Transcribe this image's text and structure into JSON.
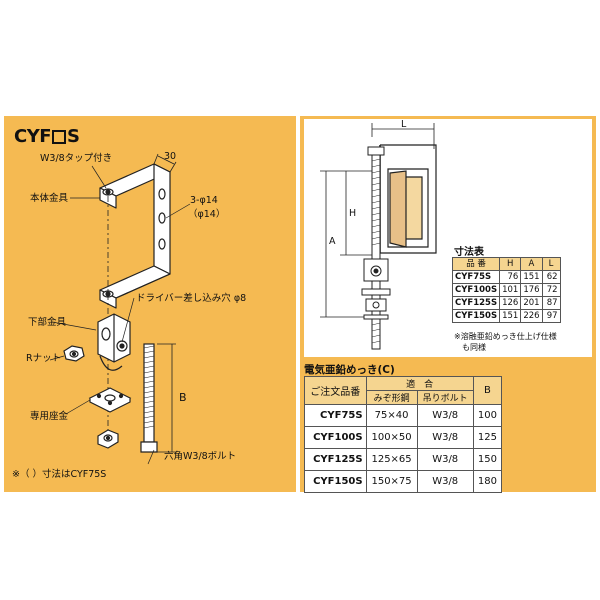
{
  "left": {
    "title_prefix": "CYF",
    "title_suffix": "S",
    "labels": {
      "tap": "W3/8タップ付き",
      "dim30": "30",
      "body": "本体金具",
      "hole": "3-φ14",
      "hole2": "（φ14）",
      "driver": "ドライバー差し込み穴 φ8",
      "lower": "下部金具",
      "rnut": "Rナット",
      "b": "B",
      "seat": "専用座金",
      "bolt": "六角W3/8ボルト"
    },
    "footnote": "※（ ）寸法はCYF75S"
  },
  "right": {
    "drawing_labels": {
      "L": "L",
      "H": "H",
      "A": "A"
    },
    "dim_table": {
      "title": "寸法表",
      "headers": [
        "品 番",
        "H",
        "A",
        "L"
      ],
      "rows": [
        [
          "CYF75S",
          "76",
          "151",
          "62"
        ],
        [
          "CYF100S",
          "101",
          "176",
          "72"
        ],
        [
          "CYF125S",
          "126",
          "201",
          "87"
        ],
        [
          "CYF150S",
          "151",
          "226",
          "97"
        ]
      ],
      "note_line1": "※溶融亜鉛めっき仕上げ仕様",
      "note_line2": "も同様"
    },
    "order_table": {
      "title": "電気亜鉛めっき(C)",
      "header_order": "ご注文品番",
      "header_fit": "適　合",
      "header_steel": "みぞ形鋼",
      "header_bolt": "吊りボルト",
      "header_b": "B",
      "rows": [
        [
          "CYF75S",
          "75×40",
          "W3/8",
          "100"
        ],
        [
          "CYF100S",
          "100×50",
          "W3/8",
          "125"
        ],
        [
          "CYF125S",
          "125×65",
          "W3/8",
          "150"
        ],
        [
          "CYF150S",
          "150×75",
          "W3/8",
          "180"
        ]
      ]
    }
  }
}
